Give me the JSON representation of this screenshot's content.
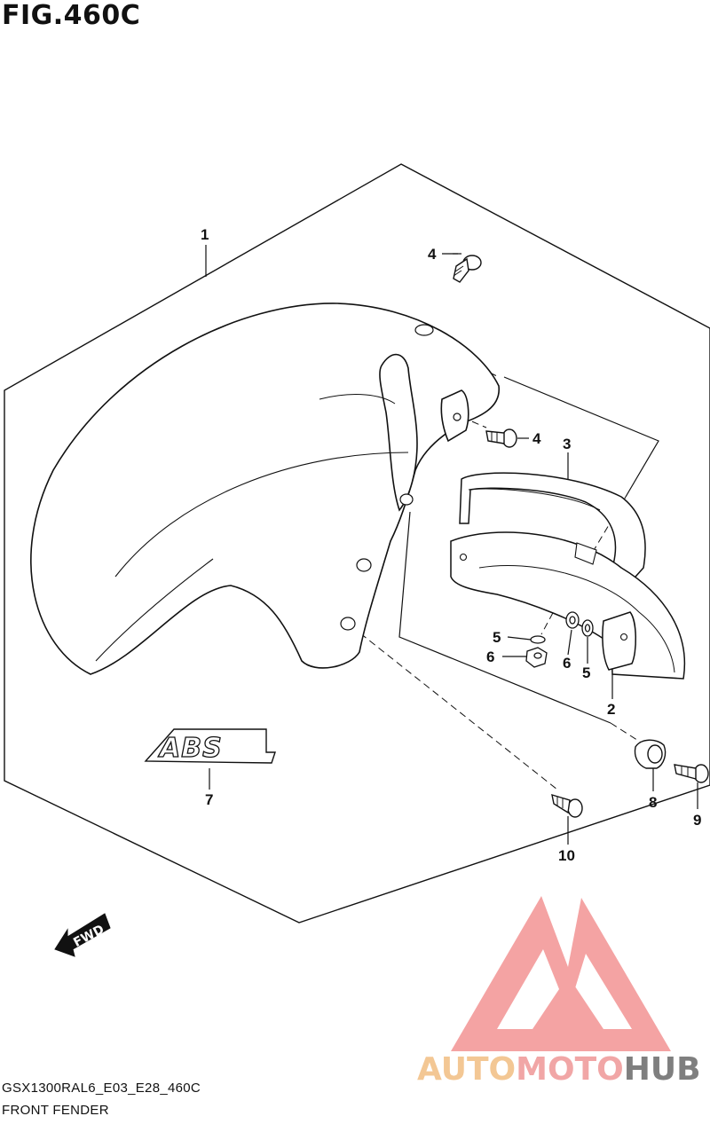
{
  "figure": {
    "title": "FIG.460C"
  },
  "callouts": {
    "c1": "1",
    "c2": "2",
    "c3": "3",
    "c4a": "4",
    "c4b": "4",
    "c5a": "5",
    "c5b": "5",
    "c6a": "6",
    "c6b": "6",
    "c7": "7",
    "c8": "8",
    "c9": "9",
    "c10": "10"
  },
  "decal": {
    "text": "ABS"
  },
  "direction_mark": {
    "text": "FWD"
  },
  "watermark": {
    "word_part1": "AUTO",
    "word_part2": "MOTO",
    "word_part3": "HUB",
    "colors": {
      "logo": "#f4a3a3",
      "auto": "#f3c794",
      "moto": "#f1a6a6",
      "hub": "#7f7f7f"
    }
  },
  "footer": {
    "code": "GSX1300RAL6_E03_E28_460C",
    "name": "FRONT FENDER"
  }
}
